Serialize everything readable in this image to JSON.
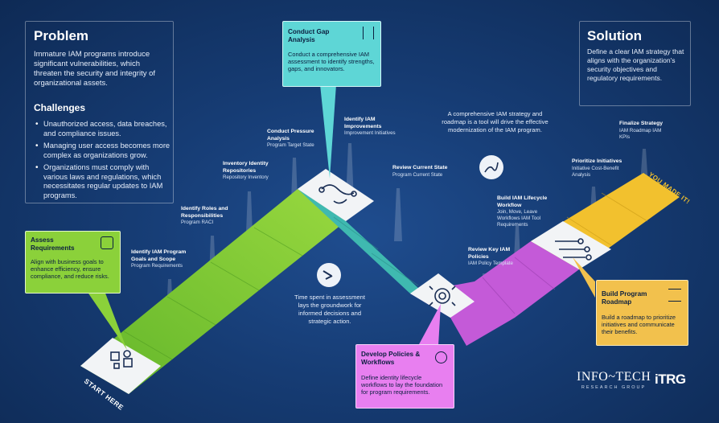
{
  "problem": {
    "title": "Problem",
    "text": "Immature IAM programs introduce significant vulnerabilities, which threaten the security and integrity of organizational assets.",
    "challenges_title": "Challenges",
    "challenges": [
      "Unauthorized access, data breaches, and compliance issues.",
      "Managing user access becomes more complex as organizations grow.",
      "Organizations must comply with various laws and regulations, which necessitates regular updates to IAM programs."
    ]
  },
  "solution": {
    "title": "Solution",
    "text": "Define a clear IAM strategy that aligns with the organization's security objectives and regulatory requirements."
  },
  "center_text_top": "A comprehensive IAM strategy and roadmap is a tool will drive the effective modernization of the IAM program.",
  "center_text_bottom": "Time spent in assessment lays the groundwork for informed decisions and strategic action.",
  "start_label": "START HERE",
  "end_label": "YOU MADE IT!",
  "callouts": {
    "assess": {
      "title": "Assess Requirements",
      "text": "Align with business goals to enhance efficiency, ensure compliance, and reduce risks."
    },
    "gap": {
      "title": "Conduct Gap Analysis",
      "text": "Conduct a comprehensive IAM assessment to identify strengths, gaps, and innovators."
    },
    "policies": {
      "title": "Develop Policies & Workflows",
      "text": "Define identity lifecycle workflows to lay the foundation for program requirements."
    },
    "roadmap": {
      "title": "Build Program Roadmap",
      "text": "Build a roadmap to prioritize initiatives and communicate their benefits."
    }
  },
  "steps": [
    {
      "title": "Identify IAM Program Goals and Scope",
      "sub": "Program Requirements"
    },
    {
      "title": "Identify Roles and Responsibilities",
      "sub": "Program RACI"
    },
    {
      "title": "Inventory Identity Repositories",
      "sub": "Repository Inventory"
    },
    {
      "title": "Conduct Pressure Analysis",
      "sub": "Program Target State"
    },
    {
      "title": "Identify IAM Improvements",
      "sub": "Improvement Initiatives"
    },
    {
      "title": "Review Current State",
      "sub": "Program Current State"
    },
    {
      "title": "Review Key IAM Policies",
      "sub": "IAM Policy Template"
    },
    {
      "title": "Build IAM Lifecycle Workflow",
      "sub": "Join, Move, Leave Workflows IAM Tool Requirements"
    },
    {
      "title": "Prioritize Initiatives",
      "sub": "Initiative Cost-Benefit Analysis"
    },
    {
      "title": "Finalize Strategy",
      "sub": "IAM Roadmap IAM KPIs"
    }
  ],
  "logo": {
    "name": "INFO~TECH",
    "sub": "RESEARCH GROUP",
    "brand": "iTRG"
  },
  "colors": {
    "green": "#8bd13a",
    "teal": "#3fb9b0",
    "purple": "#c45ad8",
    "yellow": "#f2c12e",
    "white": "#f2f4f6"
  }
}
